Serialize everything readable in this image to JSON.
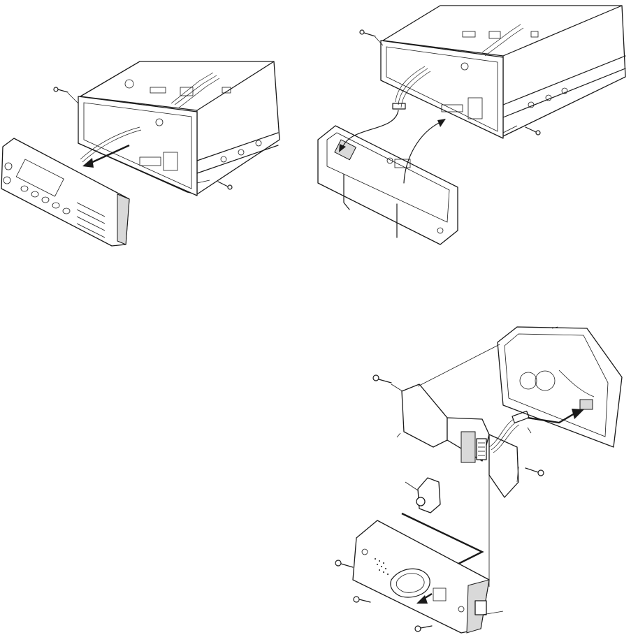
{
  "figure": {
    "background": "#ffffff",
    "line_color": "#1a1a1a",
    "panels": [
      {
        "id": "front-panel-removal",
        "description_icon": "exploded-view"
      },
      {
        "id": "front-panel-cable-connection",
        "description_icon": "exploded-view"
      },
      {
        "id": "remote-head-assembly",
        "description_icon": "exploded-view"
      }
    ]
  }
}
